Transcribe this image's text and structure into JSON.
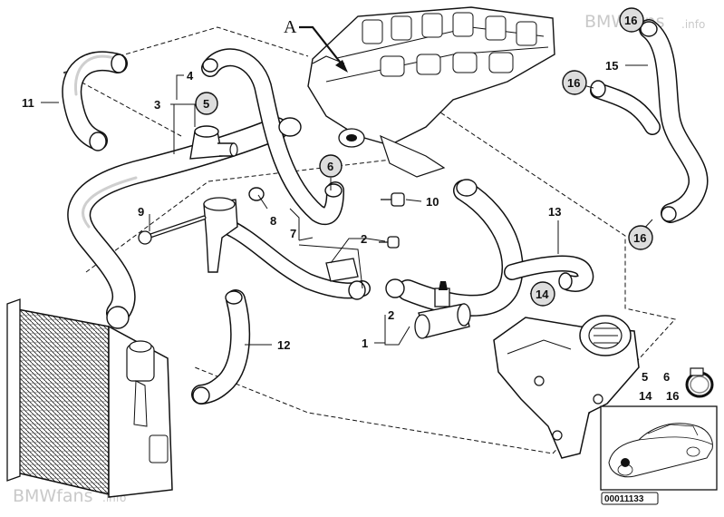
{
  "watermark": {
    "top_brand": "BMWfans",
    "top_suffix": ".info",
    "bottom_brand": "BMWfans",
    "bottom_suffix": ".info"
  },
  "callouts": {
    "A": "A",
    "c1": "1",
    "c2a": "2",
    "c2b": "2",
    "c3": "3",
    "c4": "4",
    "c5": "5",
    "c6": "6",
    "c7": "7",
    "c8": "8",
    "c9": "9",
    "c10": "10",
    "c11": "11",
    "c12": "12",
    "c13": "13",
    "c14": "14",
    "c15": "15",
    "c16a": "16",
    "c16b": "16",
    "c16c": "16"
  },
  "legend": {
    "row1_a": "5",
    "row1_b": "6",
    "row2_a": "14",
    "row2_b": "16"
  },
  "reference_number": "00011133"
}
